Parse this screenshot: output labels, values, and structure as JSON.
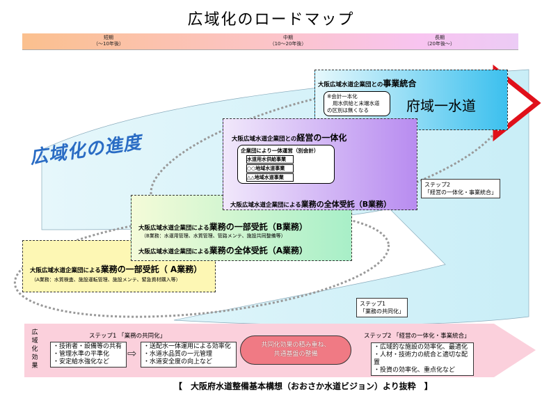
{
  "title": "広域化のロードマップ",
  "timeline": [
    {
      "label": "短期",
      "range": "（～10年後）"
    },
    {
      "label": "中期",
      "range": "（10～20年後）"
    },
    {
      "label": "長期",
      "range": "（20年後～）"
    }
  ],
  "progress_label": "広域化の進度",
  "stage4": {
    "prefix": "大阪広域水道企業団との",
    "emph": "事業統合",
    "note": [
      "※会計一本化",
      "用水供給と末端水道",
      "の区別は無くなる"
    ]
  },
  "goal_arrow": "府域一水道",
  "stage3": {
    "prefix": "大阪広域水道企業団との",
    "emph": "経営の一体化",
    "group_title": "企業団により一体運営（別会計）",
    "items": [
      "水道用水供給事業",
      "○○地域水道事業",
      "△△地域水道事業"
    ],
    "line2_prefix": "大阪広域水道企業団による",
    "line2_emph": "業務の全体受託（B業務）"
  },
  "stage2": {
    "prefix": "大阪広域水道企業団による",
    "emph": "業務の一部受託（B業務）",
    "note": "（B業務：水運用管理、水質管理、管路メンテ、施設共同整備等）",
    "line2_prefix": "大阪広域水道企業団による",
    "line2_emph": "業務の全体受託（A業務）"
  },
  "stage1": {
    "prefix": "大阪広域水道企業団による",
    "emph": "業務の一部受託（ A業務）",
    "note": "（A業務：水質検査、施設運転管理、施設メンテ、緊急資材購入等）"
  },
  "step2_label": [
    "ステップ2",
    "「経営の一体化・事業統合」"
  ],
  "step1_label": [
    "ステップ1",
    "「業務の共同化」"
  ],
  "effects": {
    "side_label": [
      "広",
      "域",
      "化",
      "効",
      "果"
    ],
    "step1_title": "ステップ1 「業務の共同化」",
    "list1": [
      "・技術者・設備等の共有",
      "・管理水準の平準化",
      "・安定給水強化など"
    ],
    "list2": [
      "・送配水一体運用による効率化",
      "・水道水品質の一元管理",
      "・水道安全度の向上など"
    ],
    "cloud": [
      "共同化効果の積み重ね、",
      "共通基盤の整備"
    ],
    "step2_title": "ステップ2 「経営の一体化・事業統合」",
    "list3": [
      "・広域的な施設の効率化、最適化",
      "・人材・技術力の統合と適切な配置",
      "・投資の効率化、重点化など"
    ]
  },
  "footer": "【　大阪府水道整備基本構想（おおさか水道ビジョン）より抜粋　】"
}
